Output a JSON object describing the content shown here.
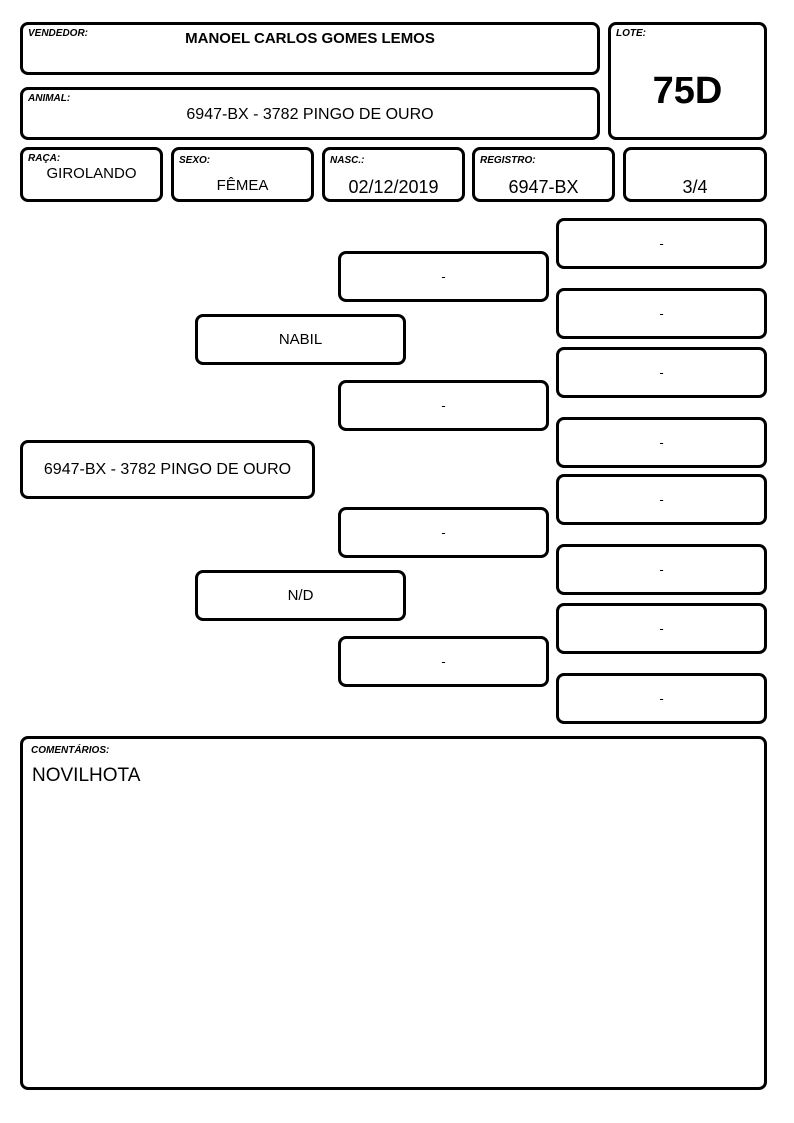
{
  "header": {
    "vendedor": {
      "label": "VENDEDOR:",
      "value": "MANOEL CARLOS GOMES LEMOS"
    },
    "lote": {
      "label": "LOTE:",
      "value": "75D"
    },
    "animal": {
      "label": "ANIMAL:",
      "value": "6947-BX - 3782 PINGO DE OURO"
    },
    "raca": {
      "label": "RAÇA:",
      "value": "GIROLANDO"
    },
    "sexo": {
      "label": "SEXO:",
      "value": "FÊMEA"
    },
    "nasc": {
      "label": "NASC.:",
      "value": "02/12/2019"
    },
    "registro": {
      "label": "REGISTRO:",
      "value": "6947-BX"
    },
    "grau": {
      "value": "3/4"
    }
  },
  "pedigree": {
    "animal": "6947-BX - 3782 PINGO DE OURO",
    "pai": "NABIL",
    "mae": "N/D",
    "avos": [
      "-",
      "-",
      "-",
      "-"
    ],
    "bisavos": [
      "-",
      "-",
      "-",
      "-",
      "-",
      "-",
      "-",
      "-"
    ]
  },
  "comentarios": {
    "label": "COMENTÁRIOS:",
    "value": "NOVILHOTA"
  }
}
